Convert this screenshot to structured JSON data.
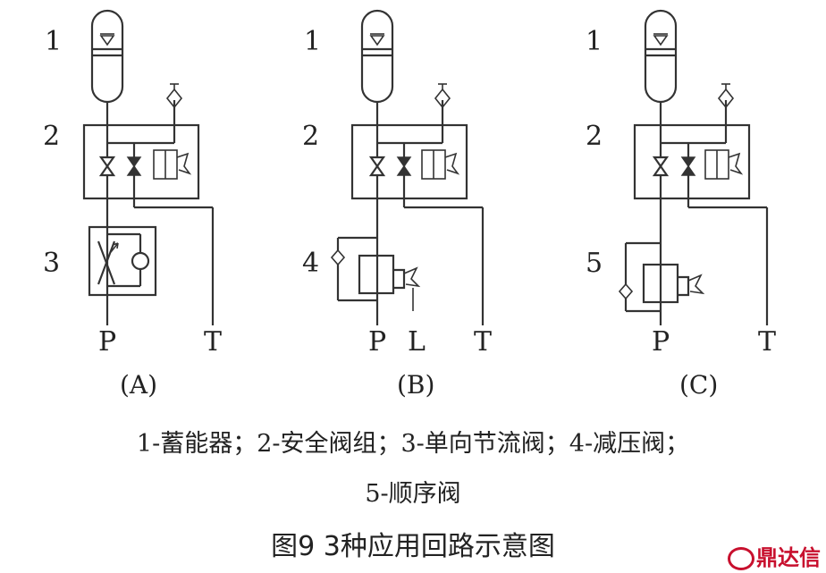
{
  "circuits": [
    {
      "caption": "(A)",
      "labels": [
        "1",
        "2",
        "3"
      ],
      "ports": [
        "P",
        "T"
      ]
    },
    {
      "caption": "(B)",
      "labels": [
        "1",
        "2",
        "4"
      ],
      "ports": [
        "P",
        "L",
        "T"
      ]
    },
    {
      "caption": "(C)",
      "labels": [
        "1",
        "2",
        "5"
      ],
      "ports": [
        "P",
        "T"
      ]
    }
  ],
  "legend": {
    "line1": "1-蓄能器；2-安全阀组；3-单向节流阀；4-减压阀；",
    "line2": "5-顺序阀"
  },
  "figure_caption": "图9  3种应用回路示意图",
  "watermark": "鼎达信"
}
